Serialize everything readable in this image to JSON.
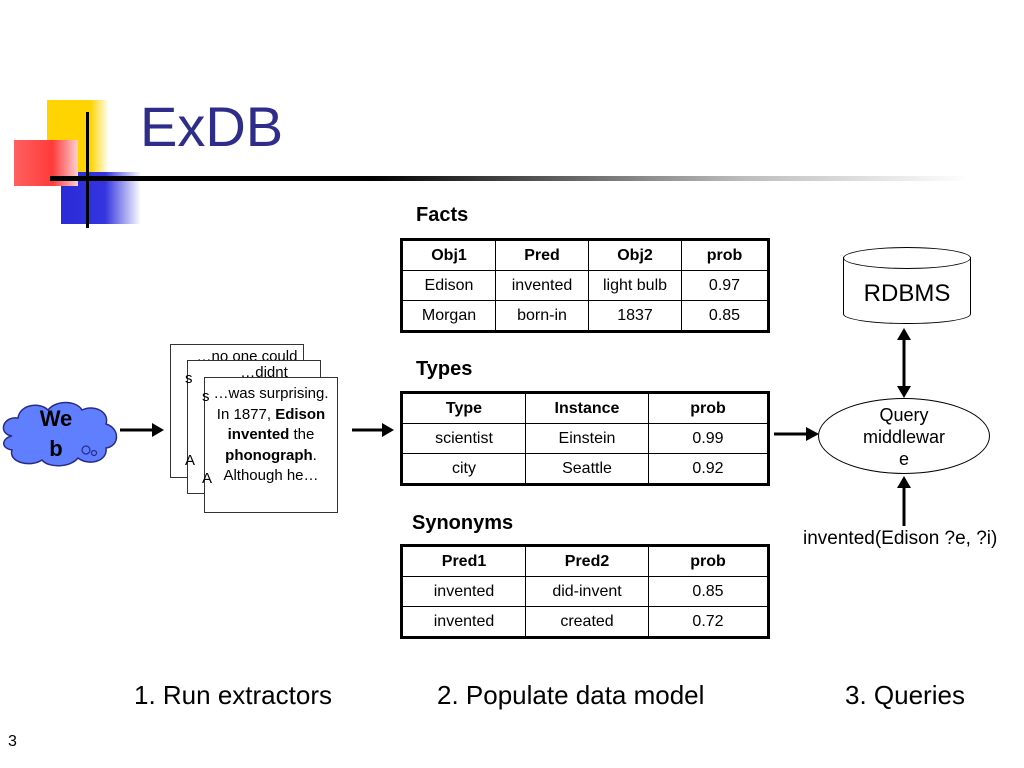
{
  "title": "ExDB",
  "page_number": "3",
  "web_cloud": {
    "line1": "We",
    "line2": "b"
  },
  "documents": {
    "back1": "…no one could",
    "back2": "…didnt",
    "front_parts": [
      {
        "text": "…was surprising.  In 1877, ",
        "bold": false
      },
      {
        "text": "Edison invented",
        "bold": true
      },
      {
        "text": " the ",
        "bold": false
      },
      {
        "text": "phonograph",
        "bold": true
      },
      {
        "text": ". Although he…",
        "bold": false
      }
    ],
    "side_letters": [
      "s",
      "s",
      "A",
      "A"
    ]
  },
  "facts": {
    "label": "Facts",
    "headers": [
      "Obj1",
      "Pred",
      "Obj2",
      "prob"
    ],
    "rows": [
      [
        "Edison",
        "invented",
        "light bulb",
        "0.97"
      ],
      [
        "Morgan",
        "born-in",
        "1837",
        "0.85"
      ]
    ]
  },
  "types": {
    "label": "Types",
    "headers": [
      "Type",
      "Instance",
      "prob"
    ],
    "rows": [
      [
        "scientist",
        "Einstein",
        "0.99"
      ],
      [
        "city",
        "Seattle",
        "0.92"
      ]
    ]
  },
  "synonyms": {
    "label": "Synonyms",
    "headers": [
      "Pred1",
      "Pred2",
      "prob"
    ],
    "rows": [
      [
        "invented",
        "did-invent",
        "0.85"
      ],
      [
        "invented",
        "created",
        "0.72"
      ]
    ]
  },
  "rdbms": "RDBMS",
  "middleware": {
    "line1": "Query",
    "line2": "middlewar",
    "line3": "e"
  },
  "query": "invented(Edison ?e, ?i)",
  "steps": [
    "1. Run extractors",
    "2. Populate data model",
    "3. Queries"
  ]
}
